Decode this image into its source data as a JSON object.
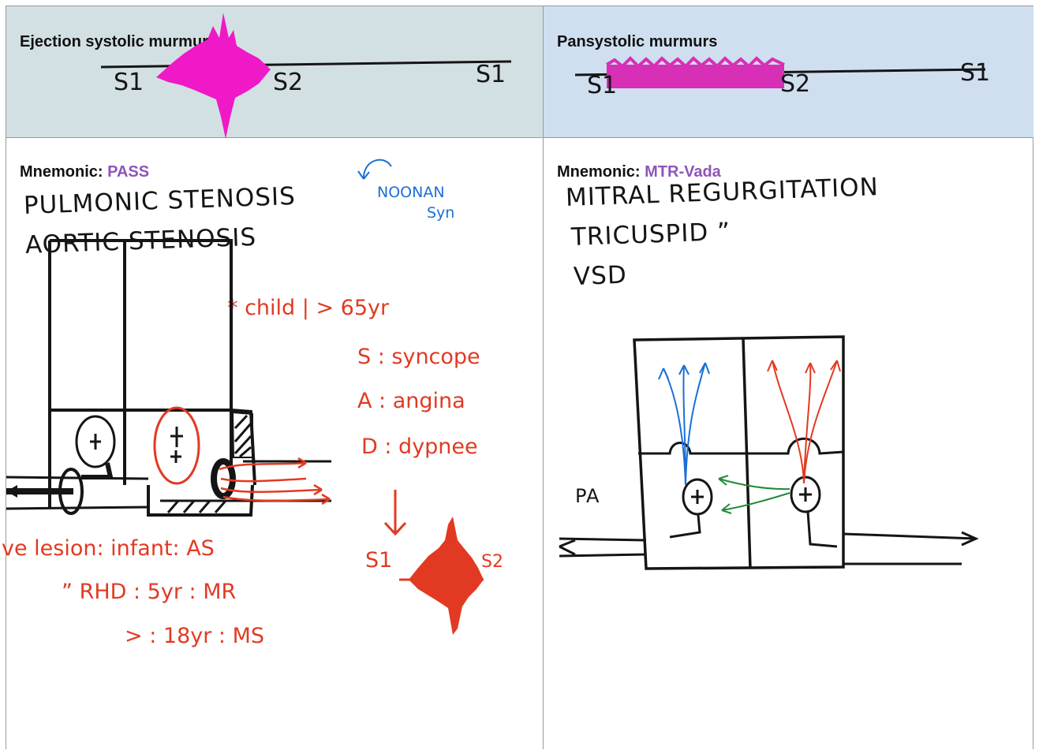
{
  "left": {
    "header": {
      "title": "Ejection systolic murmurs",
      "sound": {
        "s1": "S1",
        "s2": "S2",
        "s1_end": "S1"
      }
    },
    "mnemonic": {
      "label": "Mnemonic:",
      "code": "PASS"
    },
    "notes": [
      "PULMONIC STENOSIS",
      "AORTIC STENOSIS"
    ],
    "blue_note": [
      "NOONAN",
      "Syn"
    ],
    "red_notes": {
      "age": "* child | > 65yr",
      "s": "S : syncope",
      "a": "A : angina",
      "d": "D : dypnee",
      "s1": "S1",
      "s2": "S2",
      "lesion": "ve lesion: infant: AS",
      "rhd": "”  RHD : 5yr : MR",
      "ms": "> : 18yr : MS"
    }
  },
  "right": {
    "header": {
      "title": "Pansystolic murmurs",
      "sound": {
        "s1": "S1",
        "s2": "S2",
        "s1_end": "S1"
      }
    },
    "mnemonic": {
      "label": "Mnemonic:",
      "code": "MTR-Vada"
    },
    "notes": [
      "MITRAL REGURGITATION",
      "TRICUSPID  ”",
      "VSD"
    ],
    "diagram_label": "PA"
  },
  "colors": {
    "header_left": "#d3e0e3",
    "header_right": "#cfdff0",
    "murmur_magenta": "#ef19c8",
    "red_ink": "#e23a22",
    "blue_ink": "#1b6fd6",
    "green_ink": "#1f8a3a",
    "mnemonic_purple": "#8e55b8"
  }
}
